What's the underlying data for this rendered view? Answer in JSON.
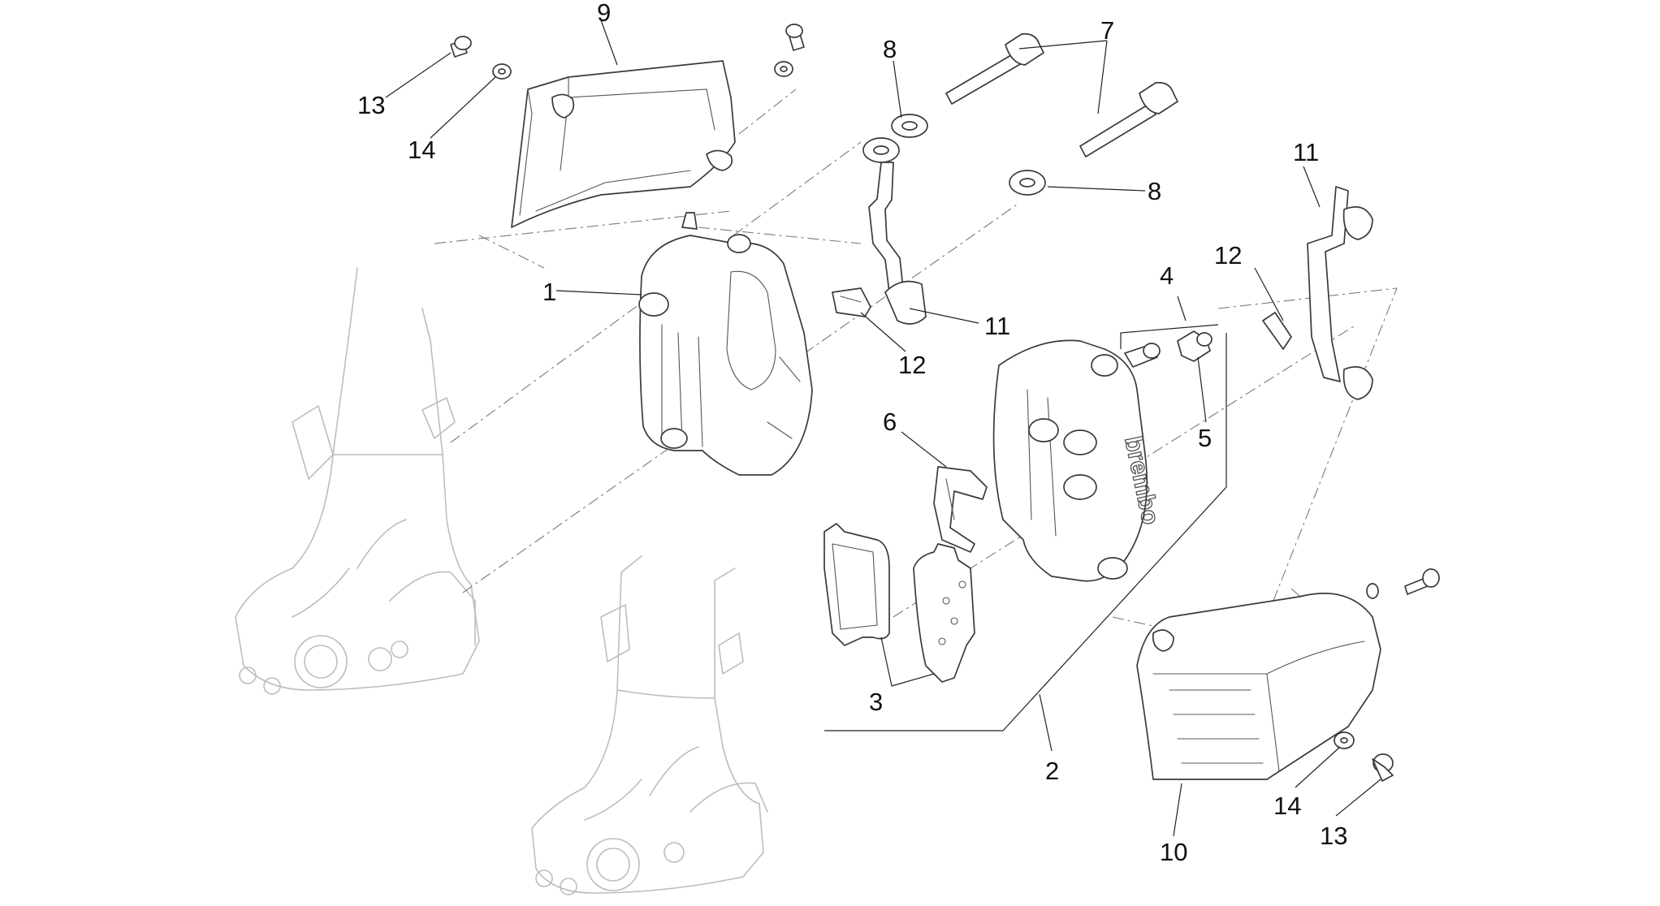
{
  "callouts": {
    "n1": "1",
    "n2": "2",
    "n3": "3",
    "n4": "4",
    "n5": "5",
    "n6": "6",
    "n7": "7",
    "n8a": "8",
    "n8b": "8",
    "n9": "9",
    "n10": "10",
    "n11a": "11",
    "n11b": "11",
    "n12a": "12",
    "n12b": "12",
    "n13a": "13",
    "n13b": "13",
    "n14a": "14",
    "n14b": "14"
  },
  "caliper_brand_mark": "brembo"
}
